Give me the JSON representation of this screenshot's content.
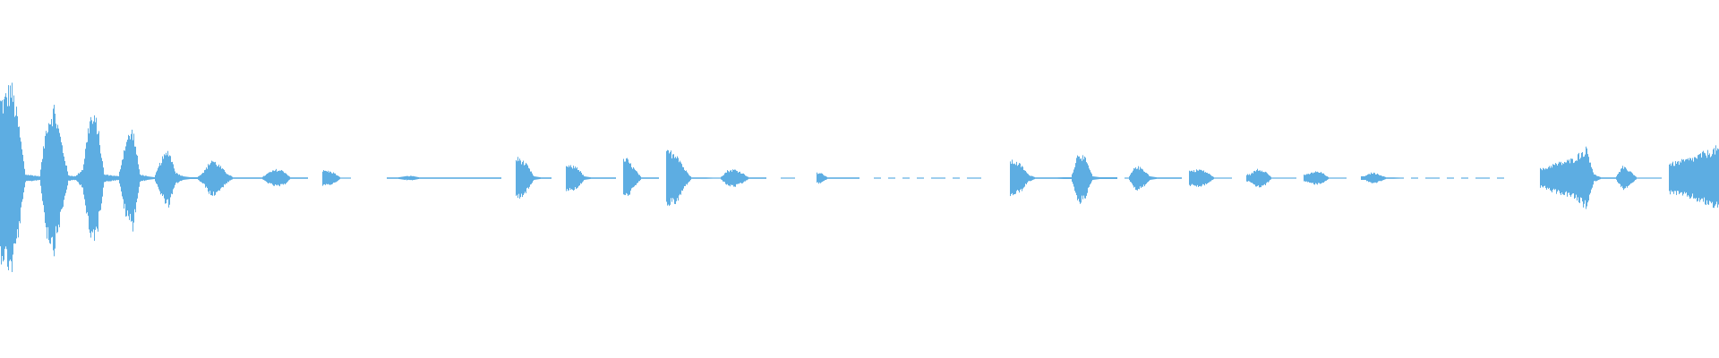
{
  "chart_data": {
    "type": "area",
    "description_of_values": "",
    "symmetric": true,
    "ylim": [
      -1,
      1
    ],
    "grid": false,
    "color": "#5DADE2",
    "background": "#FFFFFF",
    "envelope": [
      0.42,
      0.5,
      0.3,
      0.02,
      0.015,
      0.01,
      0.3,
      0.38,
      0.2,
      0.015,
      0.01,
      0.05,
      0.33,
      0.3,
      0.02,
      0.015,
      0.01,
      0.2,
      0.26,
      0.02,
      0.01,
      0.005,
      0.1,
      0.15,
      0.03,
      0.01,
      0.005,
      0.005,
      0.04,
      0.1,
      0.07,
      0.03,
      0.004,
      0.004,
      0.004,
      0.004,
      0.004,
      0.03,
      0.045,
      0.04,
      0.004,
      0.004,
      0.004,
      0,
      0,
      0.04,
      0.03,
      0.003,
      0.003,
      0,
      0,
      0,
      0,
      0,
      0.004,
      0.004,
      0.01,
      0.012,
      0.004,
      0.004,
      0.004,
      0.004,
      0.004,
      0.004,
      0.004,
      0.004,
      0.004,
      0.004,
      0.004,
      0.004,
      0,
      0,
      0.105,
      0.07,
      0.01,
      0.004,
      0.004,
      0,
      0,
      0.064,
      0.06,
      0.01,
      0.004,
      0.004,
      0.004,
      0.004,
      0,
      0.1,
      0.05,
      0.004,
      0.004,
      0.004,
      0,
      0.14,
      0.13,
      0.05,
      0.004,
      0.004,
      0.004,
      0.003,
      0.003,
      0.04,
      0.046,
      0.03,
      0.004,
      0.004,
      0.004,
      0,
      0,
      0.003,
      0.003,
      0,
      0,
      0,
      0.028,
      0.004,
      0.004,
      0.004,
      0.004,
      0.004,
      0,
      0,
      0.003,
      0,
      0.003,
      0,
      0.003,
      0,
      0.003,
      0,
      0.003,
      0.003,
      0,
      0.003,
      0,
      0.003,
      0.003,
      0,
      0,
      0,
      0,
      0.09,
      0.07,
      0.02,
      0.004,
      0.004,
      0.004,
      0.004,
      0.005,
      0.005,
      0.14,
      0.1,
      0.01,
      0.005,
      0.005,
      0.005,
      0,
      0.003,
      0.064,
      0.05,
      0.01,
      0.004,
      0.004,
      0.004,
      0.004,
      0,
      0.04,
      0.047,
      0.03,
      0.003,
      0.003,
      0.003,
      0,
      0,
      0.02,
      0.05,
      0.04,
      0.003,
      0.003,
      0.003,
      0.003,
      0,
      0.02,
      0.035,
      0.03,
      0.003,
      0.003,
      0.003,
      0,
      0,
      0.01,
      0.03,
      0.02,
      0.004,
      0.004,
      0.003,
      0,
      0.003,
      0,
      0.003,
      0.003,
      0,
      0.003,
      0,
      0.003,
      0,
      0.003,
      0.003,
      0,
      0.003,
      0,
      0,
      0,
      0,
      0,
      0.05,
      0.07,
      0.08,
      0.09,
      0.1,
      0.13,
      0.16,
      0.02,
      0.004,
      0.004,
      0.004,
      0.06,
      0.04,
      0.003,
      0.003,
      0.003,
      0.003,
      0,
      0.08,
      0.09,
      0.1,
      0.11,
      0.13,
      0.14,
      0.16
    ]
  }
}
